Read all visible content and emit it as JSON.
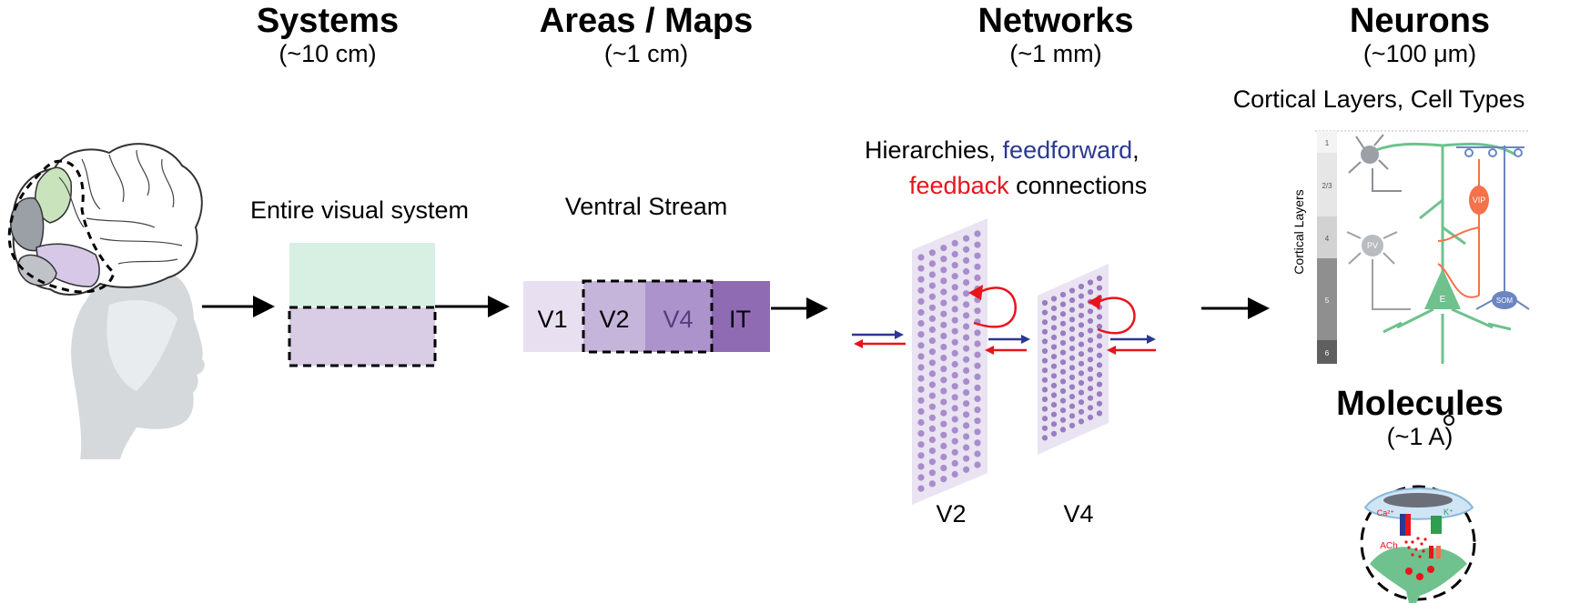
{
  "levels": {
    "systems": {
      "title": "Systems",
      "scale": "(~10 cm)",
      "caption": "Entire visual system"
    },
    "areas": {
      "title": "Areas / Maps",
      "scale": "(~1 cm)",
      "caption": "Ventral Stream",
      "areas": [
        "V1",
        "V2",
        "V4",
        "IT"
      ]
    },
    "networks": {
      "title": "Networks",
      "scale": "(~1 mm)",
      "caption_part1": "Hierarchies, ",
      "caption_feedforward": "feedforward",
      "caption_part2": ",",
      "caption_feedback": "feedback",
      "caption_part3": " connections",
      "sheet_labels": [
        "V2",
        "V4"
      ]
    },
    "neurons": {
      "title": "Neurons",
      "scale": "(~100 μm)",
      "caption": "Cortical Layers, Cell Types",
      "axis_label": "Cortical Layers",
      "layers": [
        "1",
        "2/3",
        "4",
        "5",
        "6"
      ],
      "cell_labels": {
        "vip": "VIP",
        "pv": "PV",
        "e": "E",
        "som": "SOM"
      }
    },
    "molecules": {
      "title": "Molecules",
      "scale": "(~1 A)",
      "labels": {
        "ca": "Ca²⁺",
        "k": "K⁺",
        "ach": "ACh"
      }
    }
  },
  "colors": {
    "feedforward": "#2b3990",
    "feedback": "#e8141b",
    "light_green": "#d7f0e3",
    "light_purple": "#d9cde6",
    "dot_purple": "#a98ccb",
    "it_purple": "#8f6bb3",
    "neuron_green": "#6fc18e",
    "vip_orange": "#f4714a",
    "som_blue": "#6b86c3"
  }
}
